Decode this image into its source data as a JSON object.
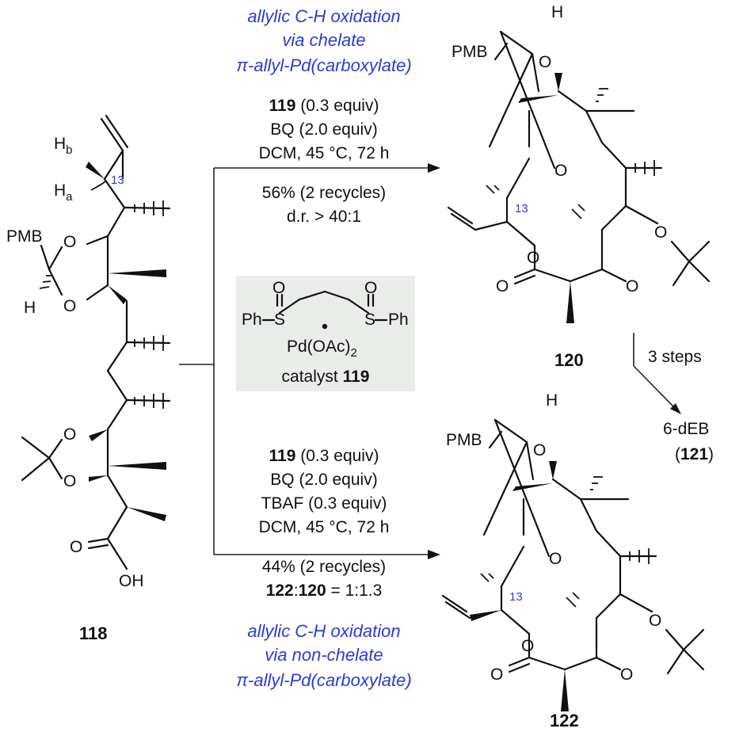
{
  "top": {
    "note_line1": "allylic C-H oxidation",
    "note_line2": "via chelate",
    "note_line3": "π-allyl-Pd(carboxylate)",
    "cat_num": "119",
    "cat_rest": " (0.3 equiv)",
    "bq": "BQ (2.0 equiv)",
    "cond": "DCM, 45 °C, 72 h",
    "yield": "56% (2 recycles)",
    "dr": "d.r. > 40:1"
  },
  "catalyst": {
    "ph_left": "Ph",
    "s_left": "S",
    "o_left": "O",
    "s_right": "S",
    "o_right": "O",
    "ph_right": "Ph",
    "pd": "Pd(OAc)",
    "pd_sub": "2",
    "label": "catalyst ",
    "label_num": "119"
  },
  "bottom": {
    "cat_num": "119",
    "cat_rest": " (0.3 equiv)",
    "bq": "BQ (2.0 equiv)",
    "tbaf": "TBAF (0.3 equiv)",
    "cond": "DCM, 45 °C, 72 h",
    "yield": "44% (2 recycles)",
    "ratio_a": "122",
    "ratio_sep": ":",
    "ratio_b": "120",
    "ratio_rest": " = 1:1.3",
    "note_line1": "allylic C-H oxidation",
    "note_line2": "via non-chelate",
    "note_line3": "π-allyl-Pd(carboxylate)"
  },
  "side": {
    "steps": "3 steps",
    "product": "6-dEB",
    "product_num_open": "(",
    "product_num": "121",
    "product_num_close": ")"
  },
  "compounds": {
    "c118": "118",
    "c120": "120",
    "c122": "122"
  },
  "atoms": {
    "pmb": "PMB",
    "o": "O",
    "h": "H",
    "oh": "OH",
    "hb": "H",
    "hb_sub": "b",
    "ha": "H",
    "ha_sub": "a",
    "pos13": "13"
  }
}
